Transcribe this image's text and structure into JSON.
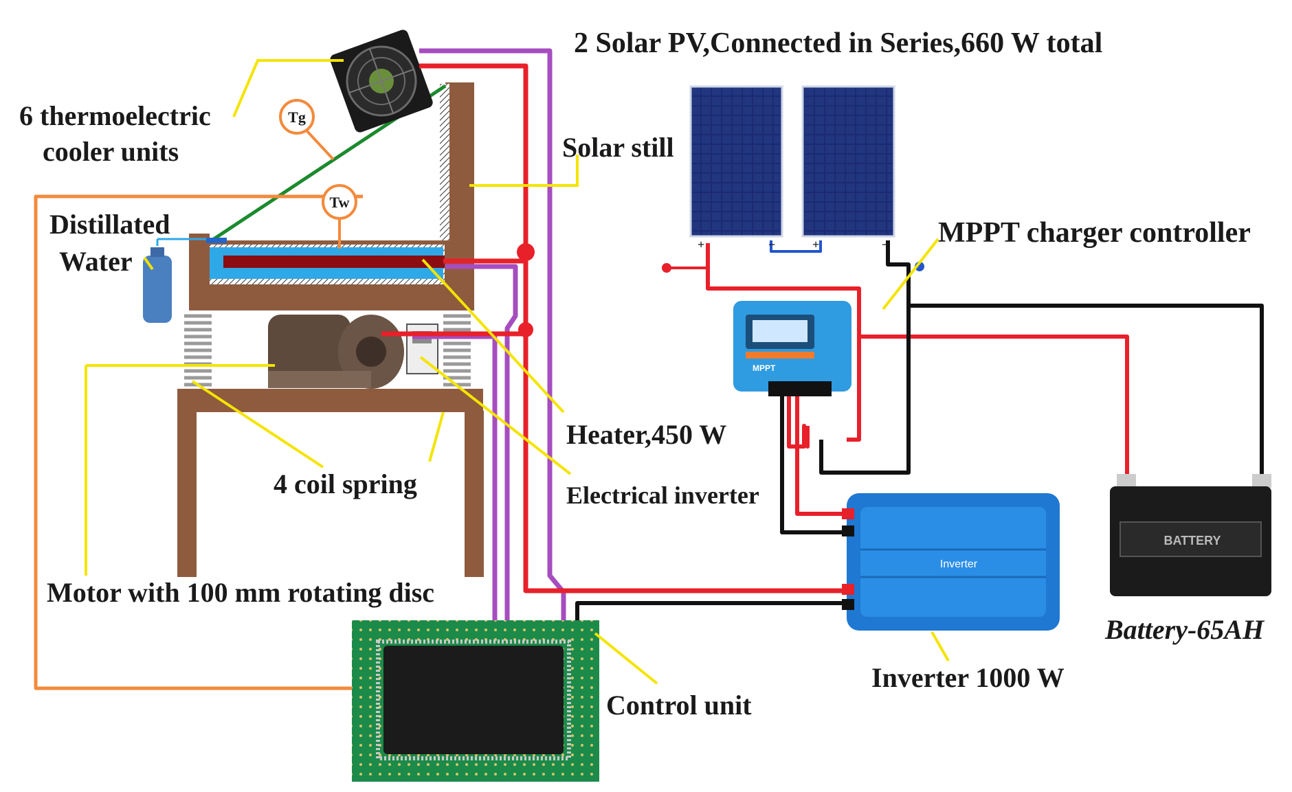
{
  "labels": {
    "pv_title": "2 Solar PV,Connected in Series,660 W total",
    "tec_line1": "6 thermoelectric",
    "tec_line2": "cooler units",
    "solar_still": "Solar still",
    "distilled_line1": "Distillated",
    "distilled_line2": "Water",
    "mppt": "MPPT charger controller",
    "heater": "Heater,450 W",
    "coil_spring": "4 coil spring",
    "elec_inverter": "Electrical inverter",
    "motor": "Motor with 100 mm rotating disc",
    "control_unit": "Control unit",
    "inverter_1000": "Inverter 1000 W",
    "battery": "Battery-65AH"
  },
  "sensors": {
    "tg": "Tg",
    "tw": "Tw"
  },
  "device_text": {
    "inverter_face": "Inverter",
    "battery_face": "BATTERY",
    "mppt_badge": "MPPT"
  },
  "colors": {
    "wire_red": "#e8202a",
    "wire_purple": "#a64dbf",
    "wire_black": "#111111",
    "wire_orange": "#f38a3c",
    "leader_yellow": "#f4e400",
    "wood": "#8e5b3e",
    "water": "#2fa8e8",
    "heater": "#8b0d12",
    "pv_cell": "#1e2a6e",
    "inverter_blue": "#1f78d1",
    "pcb_green": "#1c8b4a"
  }
}
